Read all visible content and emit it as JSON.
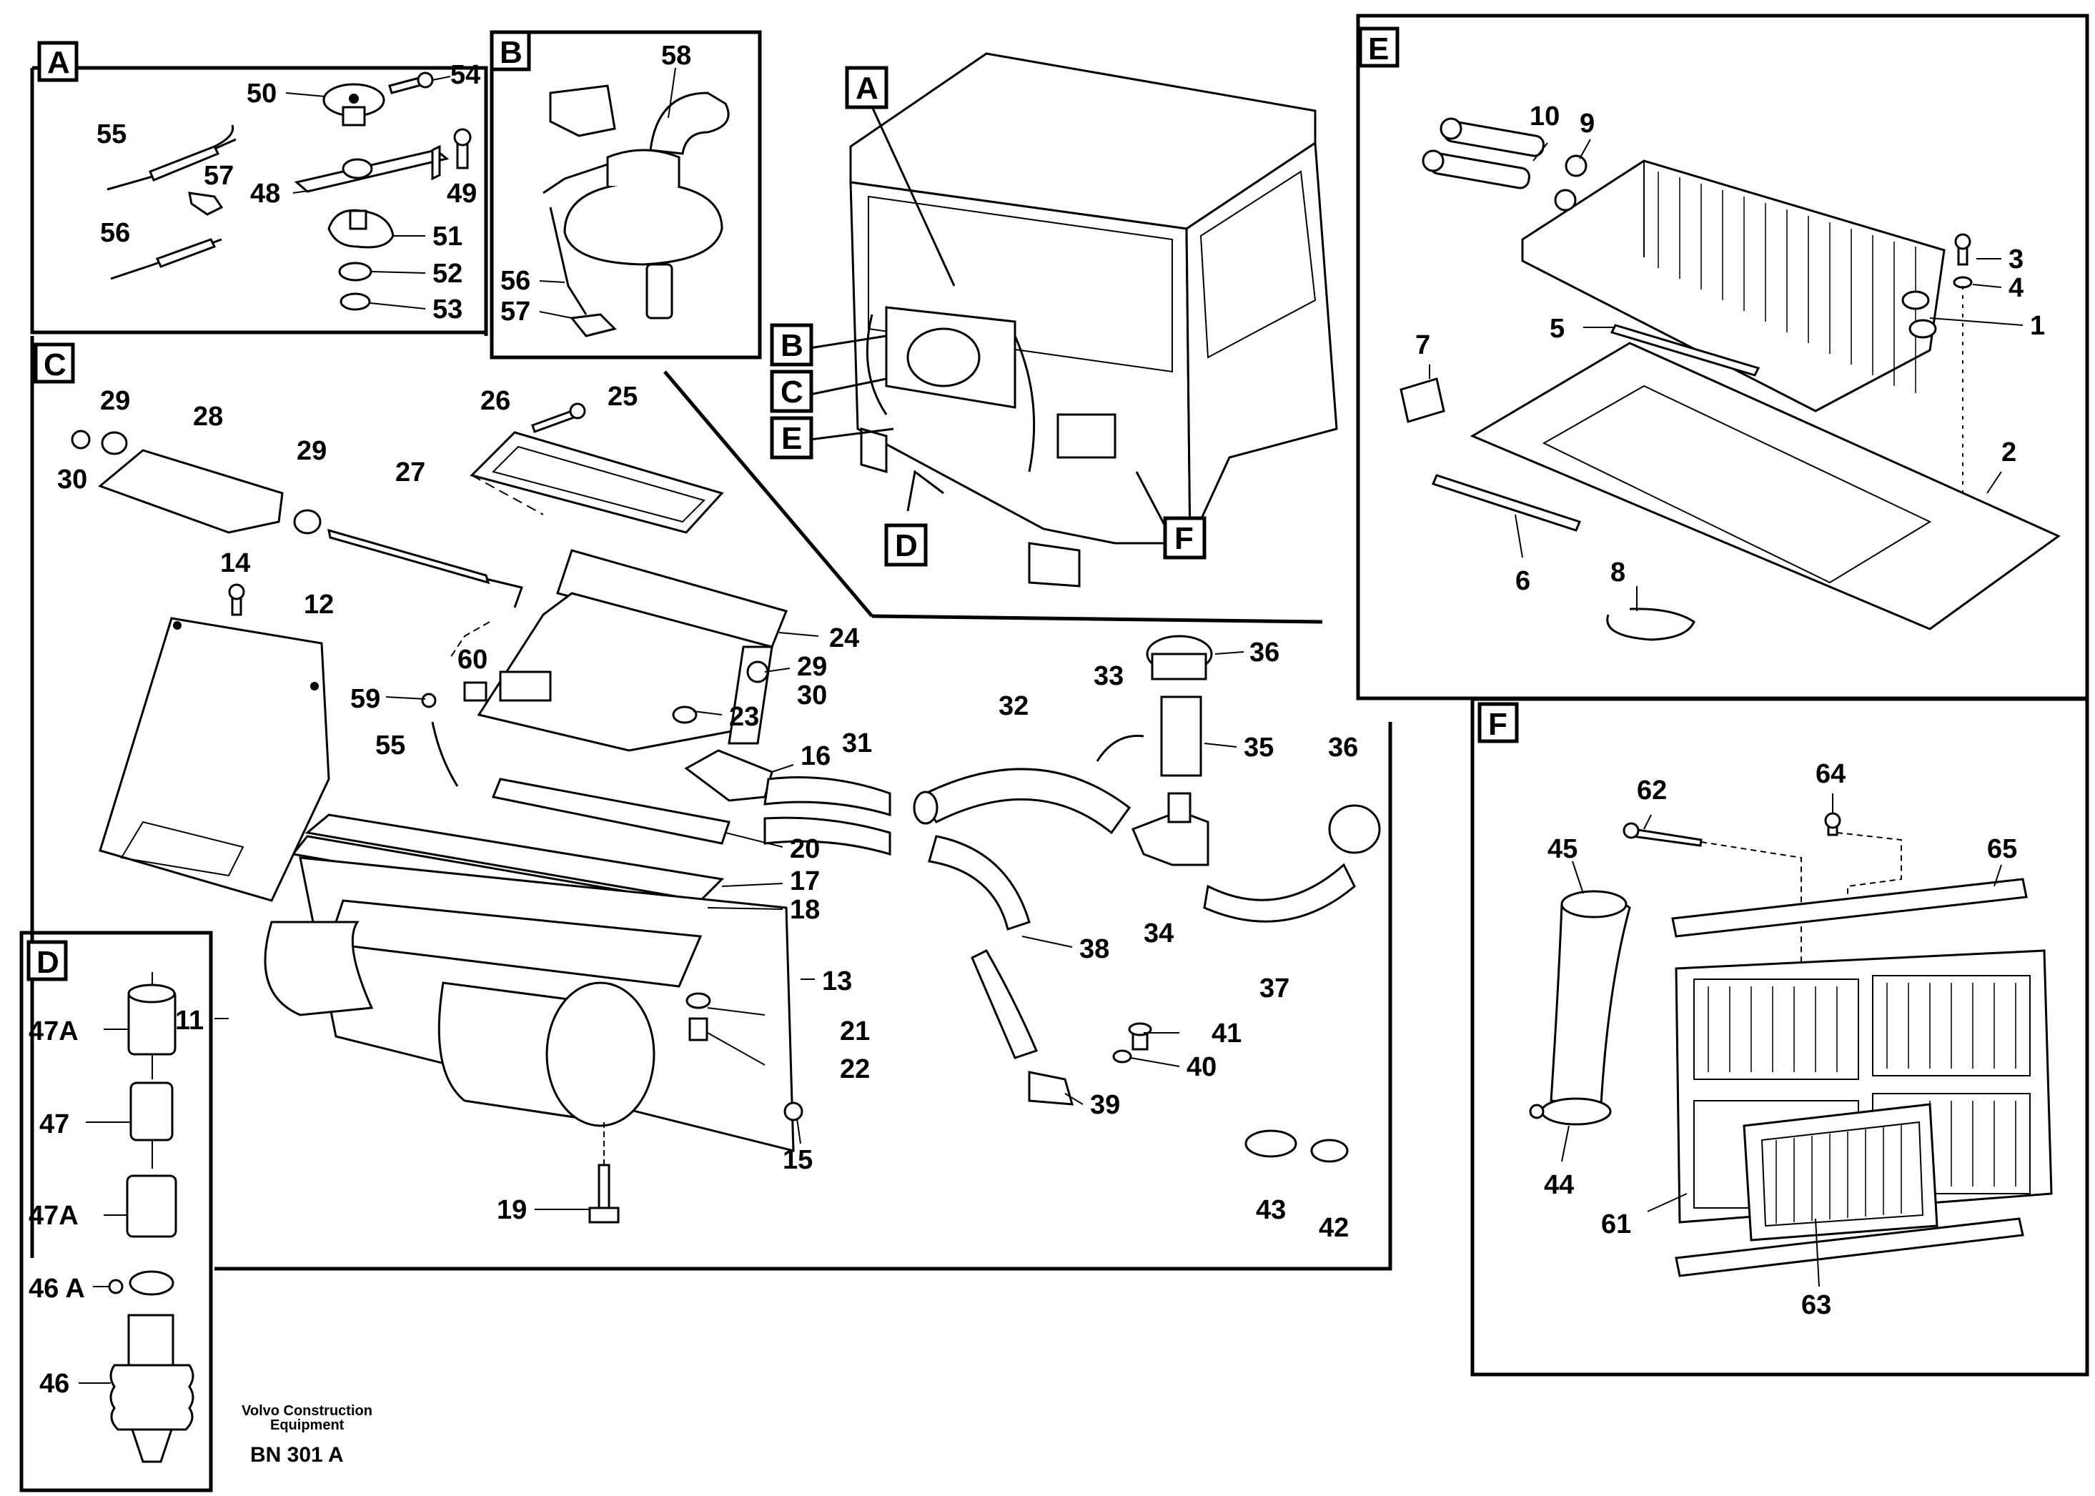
{
  "sections": {
    "A": "A",
    "B": "B",
    "C": "C",
    "D": "D",
    "E": "E",
    "F": "F"
  },
  "cab_callouts": [
    "A",
    "B",
    "C",
    "E",
    "D",
    "F"
  ],
  "labels": {
    "a": [
      "50",
      "54",
      "55",
      "57",
      "48",
      "49",
      "56",
      "51",
      "52",
      "53"
    ],
    "b": [
      "58",
      "56",
      "57"
    ],
    "c": [
      "29",
      "28",
      "26",
      "25",
      "30",
      "29",
      "27",
      "14",
      "12",
      "24",
      "29",
      "30",
      "60",
      "59",
      "23",
      "55",
      "16",
      "31",
      "32",
      "33",
      "35",
      "36",
      "36",
      "20",
      "17",
      "18",
      "34",
      "38",
      "37",
      "13",
      "41",
      "40",
      "21",
      "22",
      "11",
      "39",
      "15",
      "19",
      "43",
      "42"
    ],
    "d": [
      "47A",
      "47",
      "47A",
      "46 A",
      "46"
    ],
    "e": [
      "10",
      "9",
      "3",
      "4",
      "1",
      "5",
      "7",
      "2",
      "6",
      "8"
    ],
    "f": [
      "62",
      "64",
      "45",
      "65",
      "44",
      "61",
      "63"
    ]
  },
  "footer": {
    "company": "Volvo Construction",
    "company2": "Equipment",
    "code": "BN 301 A"
  }
}
